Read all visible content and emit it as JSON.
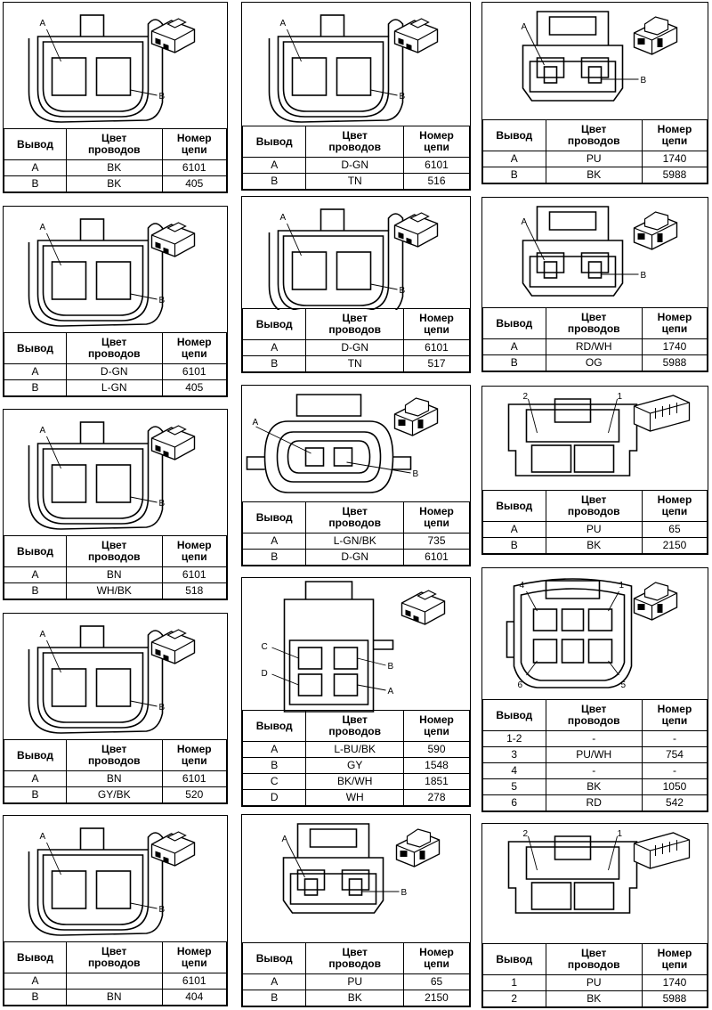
{
  "headers": {
    "pin": "Вывод",
    "color": "Цвет проводов",
    "circuit": "Номер цепи"
  },
  "connectors": [
    {
      "labels": [
        "A",
        "B"
      ],
      "rows": [
        {
          "pin": "A",
          "color": "BK",
          "circuit": "6101"
        },
        {
          "pin": "B",
          "color": "BK",
          "circuit": "405"
        }
      ]
    },
    {
      "labels": [
        "A",
        "B"
      ],
      "rows": [
        {
          "pin": "A",
          "color": "D-GN",
          "circuit": "6101"
        },
        {
          "pin": "B",
          "color": "L-GN",
          "circuit": "405"
        }
      ]
    },
    {
      "labels": [
        "A",
        "B"
      ],
      "rows": [
        {
          "pin": "A",
          "color": "BN",
          "circuit": "6101"
        },
        {
          "pin": "B",
          "color": "WH/BK",
          "circuit": "518"
        }
      ]
    },
    {
      "labels": [
        "A",
        "B"
      ],
      "rows": [
        {
          "pin": "A",
          "color": "BN",
          "circuit": "6101"
        },
        {
          "pin": "B",
          "color": "GY/BK",
          "circuit": "520"
        }
      ]
    },
    {
      "labels": [
        "A",
        "B"
      ],
      "rows": [
        {
          "pin": "A",
          "color": "",
          "circuit": "6101"
        },
        {
          "pin": "B",
          "color": "BN",
          "circuit": "404"
        }
      ]
    },
    {
      "labels": [
        "A",
        "B"
      ],
      "rows": [
        {
          "pin": "A",
          "color": "D-GN",
          "circuit": "6101"
        },
        {
          "pin": "B",
          "color": "TN",
          "circuit": "516"
        }
      ]
    },
    {
      "labels": [
        "A",
        "B"
      ],
      "rows": [
        {
          "pin": "A",
          "color": "D-GN",
          "circuit": "6101"
        },
        {
          "pin": "B",
          "color": "TN",
          "circuit": "517"
        }
      ]
    },
    {
      "labels": [
        "A",
        "B"
      ],
      "rows": [
        {
          "pin": "A",
          "color": "L-GN/BK",
          "circuit": "735"
        },
        {
          "pin": "B",
          "color": "D-GN",
          "circuit": "6101"
        }
      ]
    },
    {
      "labels": [
        "A",
        "B",
        "C",
        "D"
      ],
      "rows": [
        {
          "pin": "A",
          "color": "L-BU/BK",
          "circuit": "590"
        },
        {
          "pin": "B",
          "color": "GY",
          "circuit": "1548"
        },
        {
          "pin": "C",
          "color": "BK/WH",
          "circuit": "1851"
        },
        {
          "pin": "D",
          "color": "WH",
          "circuit": "278"
        }
      ]
    },
    {
      "labels": [
        "A",
        "B"
      ],
      "rows": [
        {
          "pin": "A",
          "color": "PU",
          "circuit": "65"
        },
        {
          "pin": "B",
          "color": "BK",
          "circuit": "2150"
        }
      ]
    },
    {
      "labels": [
        "A",
        "B"
      ],
      "rows": [
        {
          "pin": "A",
          "color": "PU",
          "circuit": "1740"
        },
        {
          "pin": "B",
          "color": "BK",
          "circuit": "5988"
        }
      ]
    },
    {
      "labels": [
        "A",
        "B"
      ],
      "rows": [
        {
          "pin": "A",
          "color": "RD/WH",
          "circuit": "1740"
        },
        {
          "pin": "B",
          "color": "OG",
          "circuit": "5988"
        }
      ]
    },
    {
      "labels": [
        "2",
        "1"
      ],
      "rows": [
        {
          "pin": "A",
          "color": "PU",
          "circuit": "65"
        },
        {
          "pin": "B",
          "color": "BK",
          "circuit": "2150"
        }
      ]
    },
    {
      "labels": [
        "4",
        "1",
        "6",
        "5"
      ],
      "rows": [
        {
          "pin": "1-2",
          "color": "-",
          "circuit": "-"
        },
        {
          "pin": "3",
          "color": "PU/WH",
          "circuit": "754"
        },
        {
          "pin": "4",
          "color": "-",
          "circuit": "-"
        },
        {
          "pin": "5",
          "color": "BK",
          "circuit": "1050"
        },
        {
          "pin": "6",
          "color": "RD",
          "circuit": "542"
        }
      ]
    },
    {
      "labels": [
        "2",
        "1"
      ],
      "rows": [
        {
          "pin": "1",
          "color": "PU",
          "circuit": "1740"
        },
        {
          "pin": "2",
          "color": "BK",
          "circuit": "5988"
        }
      ]
    }
  ]
}
